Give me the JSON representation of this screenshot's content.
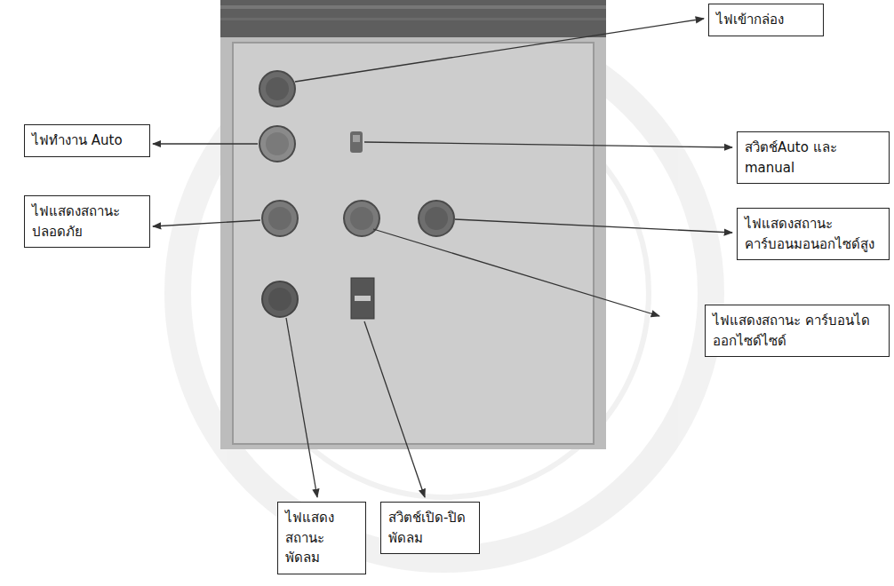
{
  "diagram": {
    "nodes": [
      {
        "text": [
          "ไฟเข้ากล่อง"
        ]
      },
      {
        "text": [
          "ไฟทำงาน Auto"
        ]
      },
      {
        "text": [
          "สวิตช์Auto และ manual"
        ]
      },
      {
        "text": [
          "ไฟแสดงสถานะ ปลอดภัย"
        ]
      },
      {
        "text": [
          "ไฟแสดงสถานะ คาร์บอนมอนอกไซด์สูง"
        ]
      },
      {
        "text": [
          "ไฟแสดงสถานะ คาร์บอนไดออกไซด์ไซด์"
        ]
      },
      {
        "text": [
          "ไฟแสดง สถานะพัดลม"
        ]
      },
      {
        "text": [
          "สวิตช์เปิด-ปิด พัดลม"
        ]
      }
    ],
    "edges": []
  }
}
